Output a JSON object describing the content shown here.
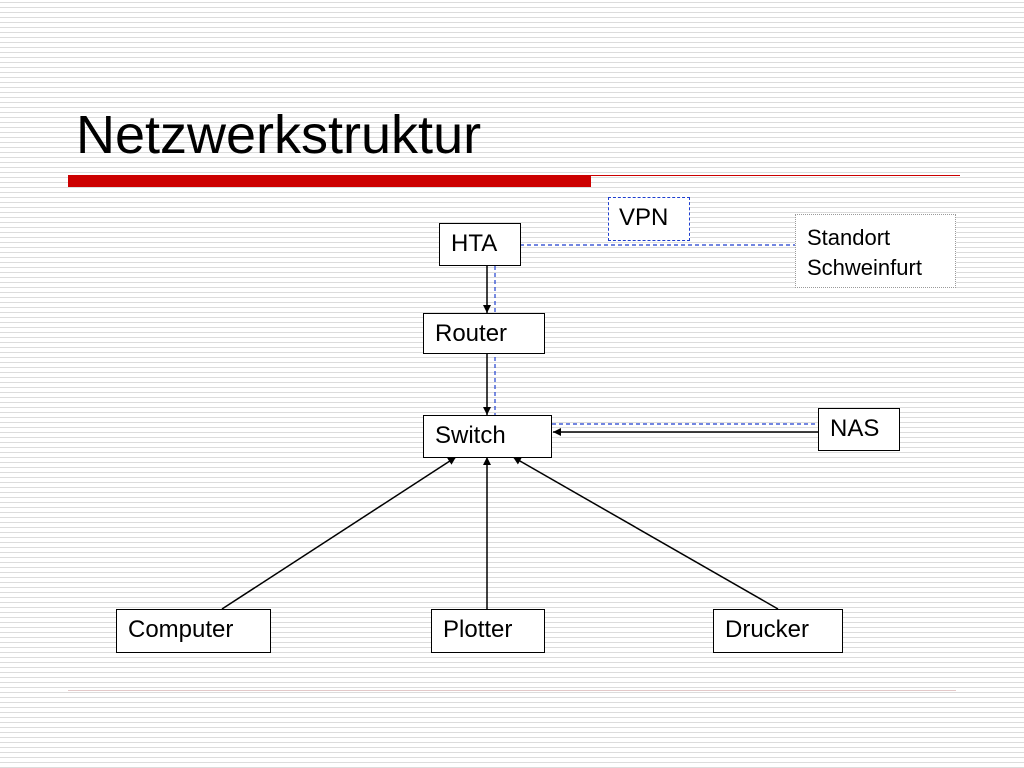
{
  "slide": {
    "title": "Netzwerkstruktur"
  },
  "nodes": {
    "vpn": "VPN",
    "hta": "HTA",
    "standort_line1": "Standort",
    "standort_line2": "Schweinfurt",
    "router": "Router",
    "switch": "Switch",
    "nas": "NAS",
    "computer": "Computer",
    "plotter": "Plotter",
    "drucker": "Drucker"
  },
  "colors": {
    "accent_red": "#cc0000",
    "vpn_dashed_blue": "#1f3fcf",
    "connector": "#000000"
  },
  "connections": [
    {
      "from": "hta",
      "to": "router",
      "style": "solid-arrow"
    },
    {
      "from": "router",
      "to": "switch",
      "style": "solid-arrow"
    },
    {
      "from": "nas",
      "to": "switch",
      "style": "solid-arrow"
    },
    {
      "from": "computer",
      "to": "switch",
      "style": "solid-arrow"
    },
    {
      "from": "plotter",
      "to": "switch",
      "style": "solid-arrow"
    },
    {
      "from": "drucker",
      "to": "switch",
      "style": "solid-arrow"
    },
    {
      "from": "hta",
      "to": "standort",
      "style": "dashed-vpn"
    },
    {
      "from": "hta",
      "to": "switch",
      "style": "dashed-vpn"
    },
    {
      "from": "switch",
      "to": "nas",
      "style": "dashed-vpn"
    }
  ]
}
